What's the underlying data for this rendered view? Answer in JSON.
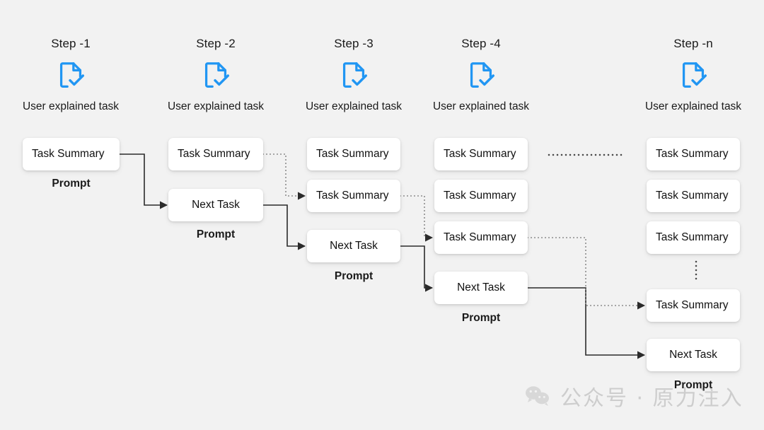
{
  "page": {
    "background": "#f2f2f2",
    "accent_blue": "#2196f3",
    "node_fill": "#ffffff",
    "line_color": "#333333"
  },
  "columns": [
    {
      "step_title": "Step -1",
      "icon": "document-check-icon",
      "icon_caption": "User explained task",
      "prompt_label": "Prompt",
      "nodes": [
        {
          "label": "Task Summary"
        }
      ]
    },
    {
      "step_title": "Step -2",
      "icon": "document-check-icon",
      "icon_caption": "User explained task",
      "prompt_label": "Prompt",
      "nodes": [
        {
          "label": "Task Summary"
        },
        {
          "label": "Next Task"
        }
      ]
    },
    {
      "step_title": "Step -3",
      "icon": "document-check-icon",
      "icon_caption": "User explained task",
      "prompt_label": "Prompt",
      "nodes": [
        {
          "label": "Task Summary"
        },
        {
          "label": "Task Summary"
        },
        {
          "label": "Next Task"
        }
      ]
    },
    {
      "step_title": "Step -4",
      "icon": "document-check-icon",
      "icon_caption": "User explained task",
      "prompt_label": "Prompt",
      "nodes": [
        {
          "label": "Task Summary"
        },
        {
          "label": "Task Summary"
        },
        {
          "label": "Task Summary"
        },
        {
          "label": "Next Task"
        }
      ]
    },
    {
      "step_title": "Step -n",
      "icon": "document-check-icon",
      "icon_caption": "User explained task",
      "prompt_label": "Prompt",
      "nodes": [
        {
          "label": "Task Summary"
        },
        {
          "label": "Task Summary"
        },
        {
          "label": "Task Summary"
        },
        {
          "label": "Task Summary"
        },
        {
          "label": "Next Task"
        }
      ]
    }
  ],
  "decorations": {
    "horizontal_ellipsis": "continuation-dots",
    "vertical_ellipsis": "continuation-dots"
  },
  "watermark": {
    "icon": "wechat-icon",
    "text": "公众号 · 原力注入"
  }
}
